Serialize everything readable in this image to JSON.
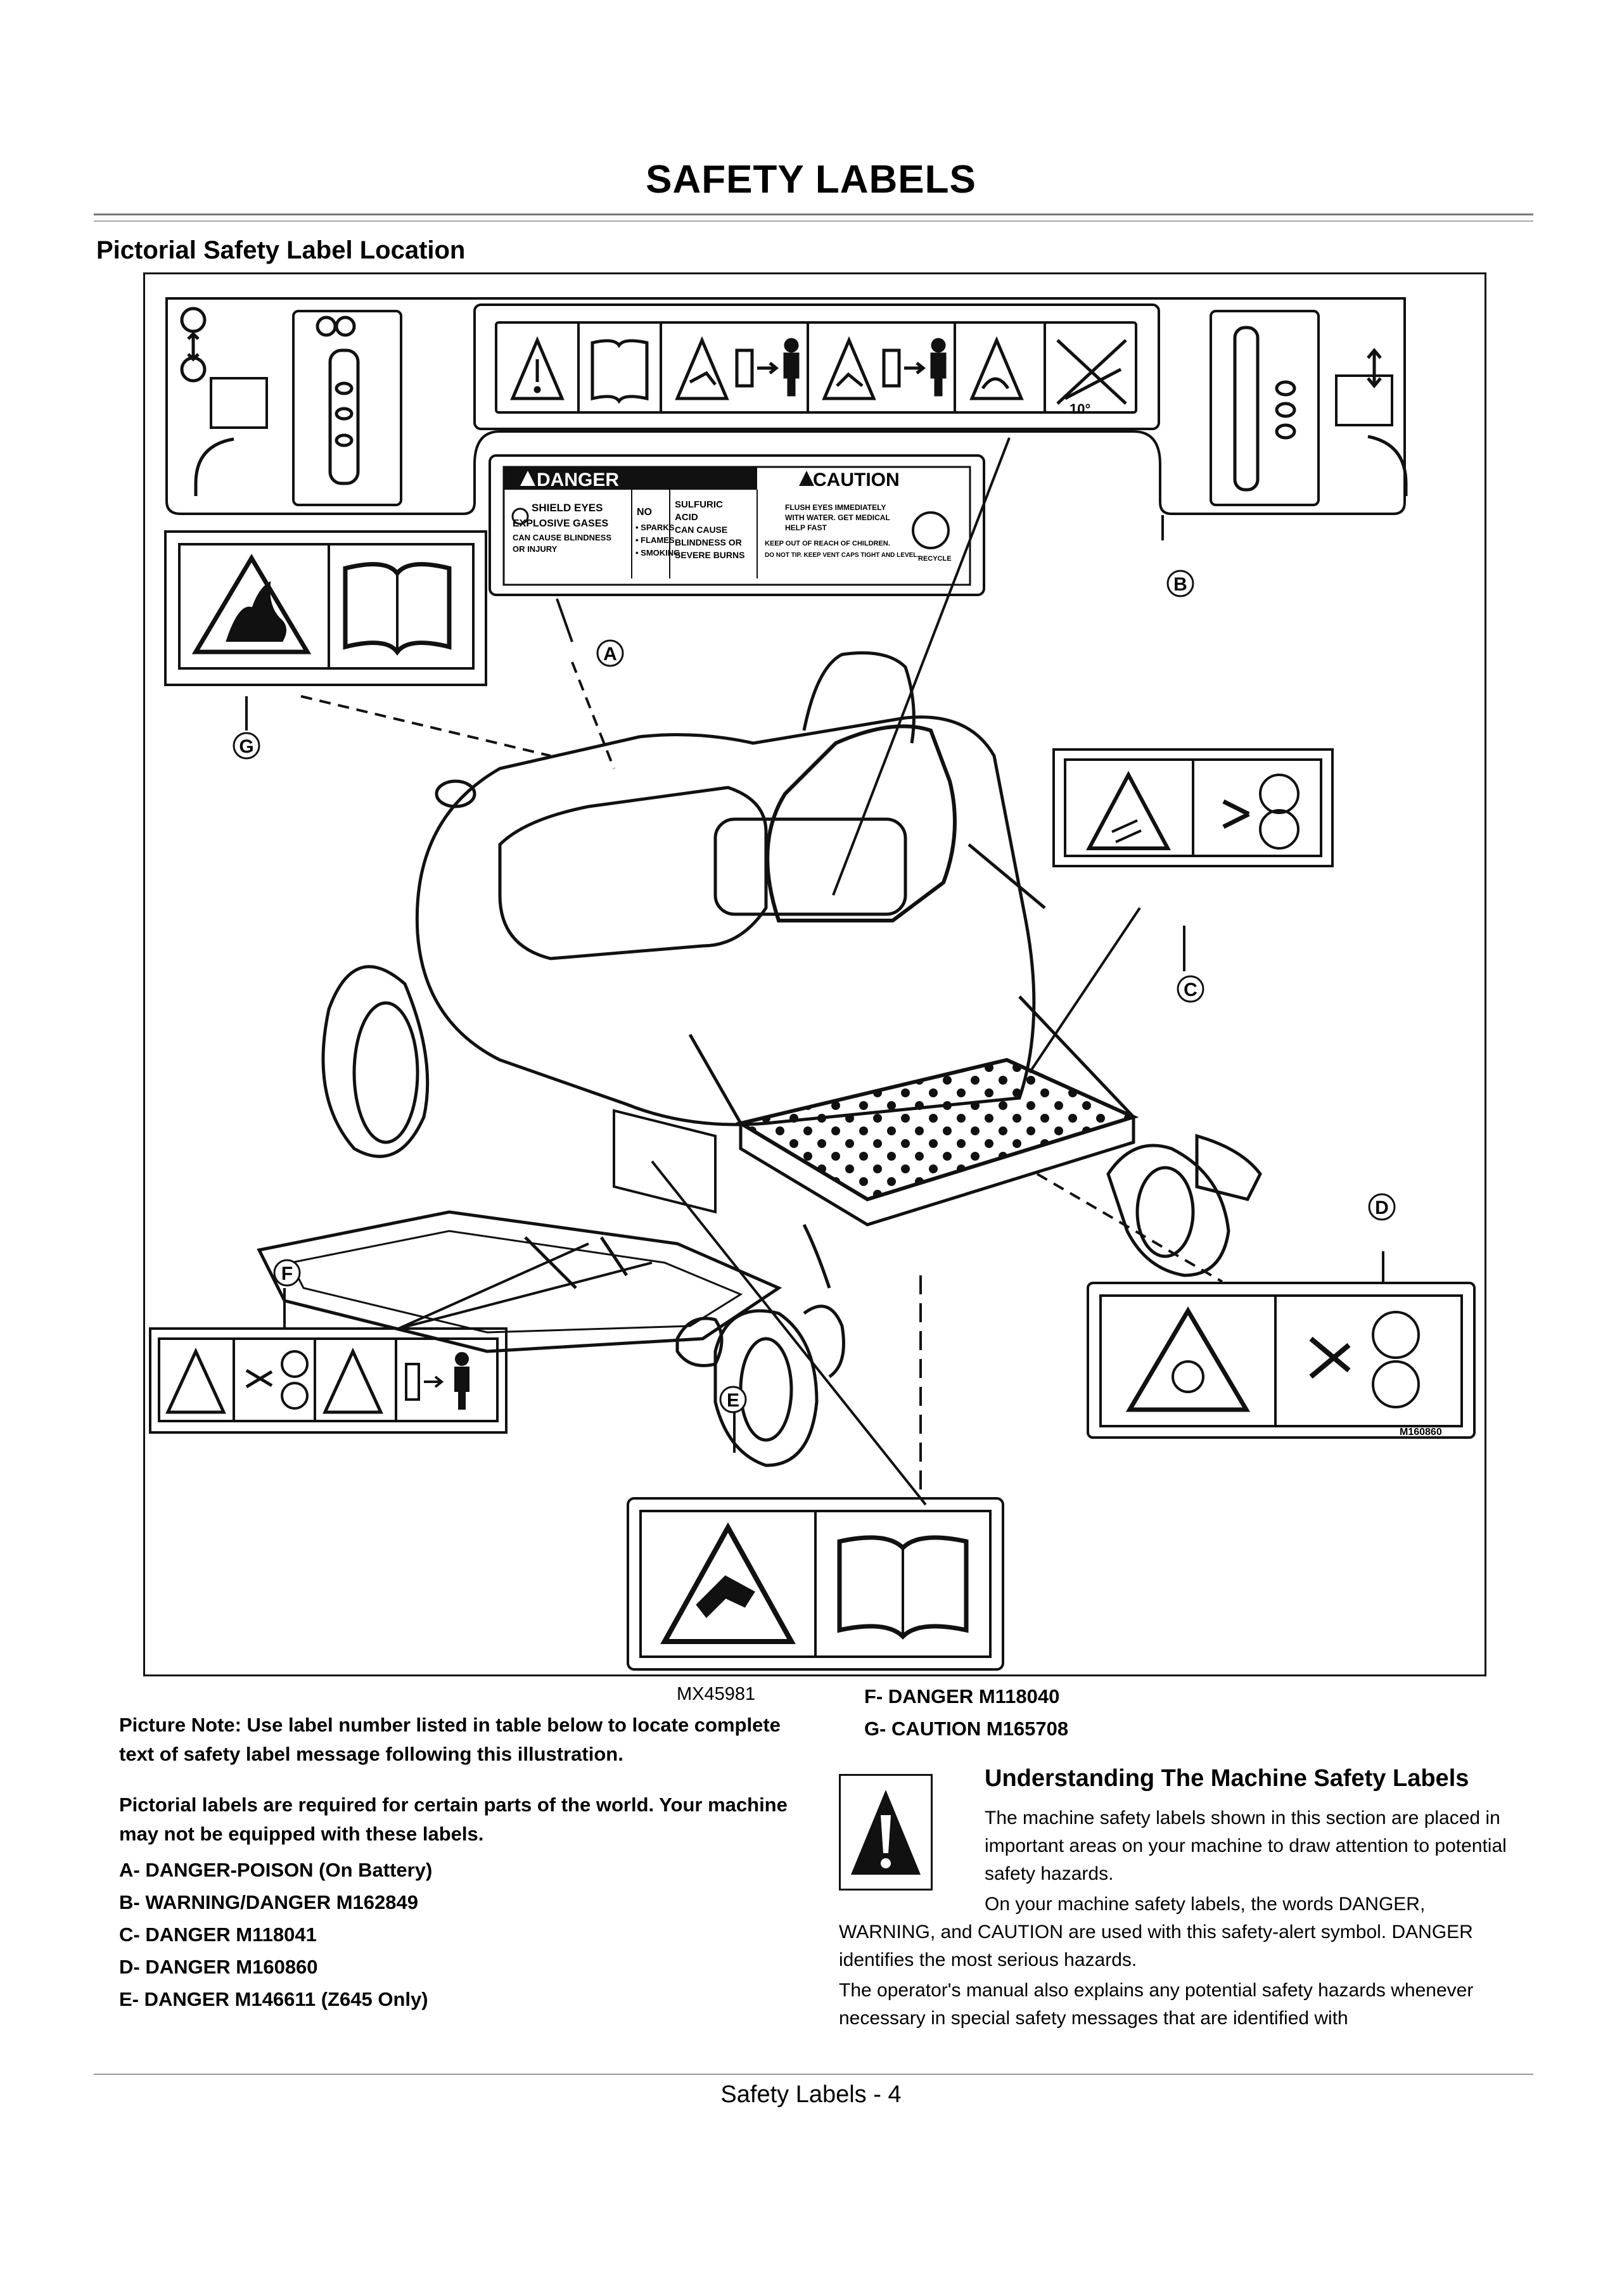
{
  "page": {
    "title": "SAFETY LABELS",
    "section_heading": "Pictorial Safety Label Location",
    "figure_id": "MX45981",
    "picture_note": "Picture Note: Use label number listed in table below to locate complete text of safety label message following this illustration.",
    "pictorial_note": "Pictorial labels are required for certain parts of the world. Your machine may not be equipped with these labels.",
    "labels_left": [
      "A- DANGER-POISON (On Battery)",
      "B- WARNING/DANGER M162849",
      "C- DANGER M118041",
      "D- DANGER M160860",
      "E- DANGER M146611 (Z645 Only)"
    ],
    "labels_right": [
      "F- DANGER M118040",
      "G- CAUTION M165708"
    ],
    "understanding": {
      "heading": "Understanding The Machine Safety Labels",
      "p1": "The machine safety labels shown in this section are placed in important areas on your machine to draw attention to potential safety hazards.",
      "p2a": "On your machine safety labels, the words DANGER,",
      "p2b": "WARNING, and CAUTION are used with this safety-alert symbol. DANGER identifies the most serious hazards.",
      "p3": "The operator's manual also explains any potential safety hazards whenever necessary in special safety messages that are identified with"
    },
    "footer": "Safety Labels - 4"
  },
  "figure": {
    "callouts": [
      "A",
      "B",
      "C",
      "D",
      "E",
      "F",
      "G"
    ],
    "battery_label": {
      "danger_title": "DANGER",
      "caution_title": "CAUTION",
      "shield_eyes": "SHIELD EYES",
      "explosive": "EXPLOSIVE GASES",
      "blind": "CAN CAUSE BLINDNESS",
      "injury": "OR INJURY",
      "no": "NO",
      "sparks": "• SPARKS",
      "flames": "• FLAMES",
      "smoking": "• SMOKING",
      "sulfuric": "SULFURIC",
      "acid": "ACID",
      "can_cause": "CAN CAUSE",
      "blindness_or": "BLINDNESS OR",
      "severe_burns": "SEVERE BURNS",
      "flush": "FLUSH EYES IMMEDIATELY",
      "water": "WITH WATER. GET MEDICAL",
      "help": "HELP FAST",
      "keep_out": "KEEP OUT OF REACH OF CHILDREN.",
      "no_tip": "DO NOT TIP. KEEP VENT CAPS TIGHT AND LEVEL.",
      "recycle": "RECYCLE"
    },
    "slope_label": "10°",
    "small_codes": [
      "M160860"
    ]
  }
}
